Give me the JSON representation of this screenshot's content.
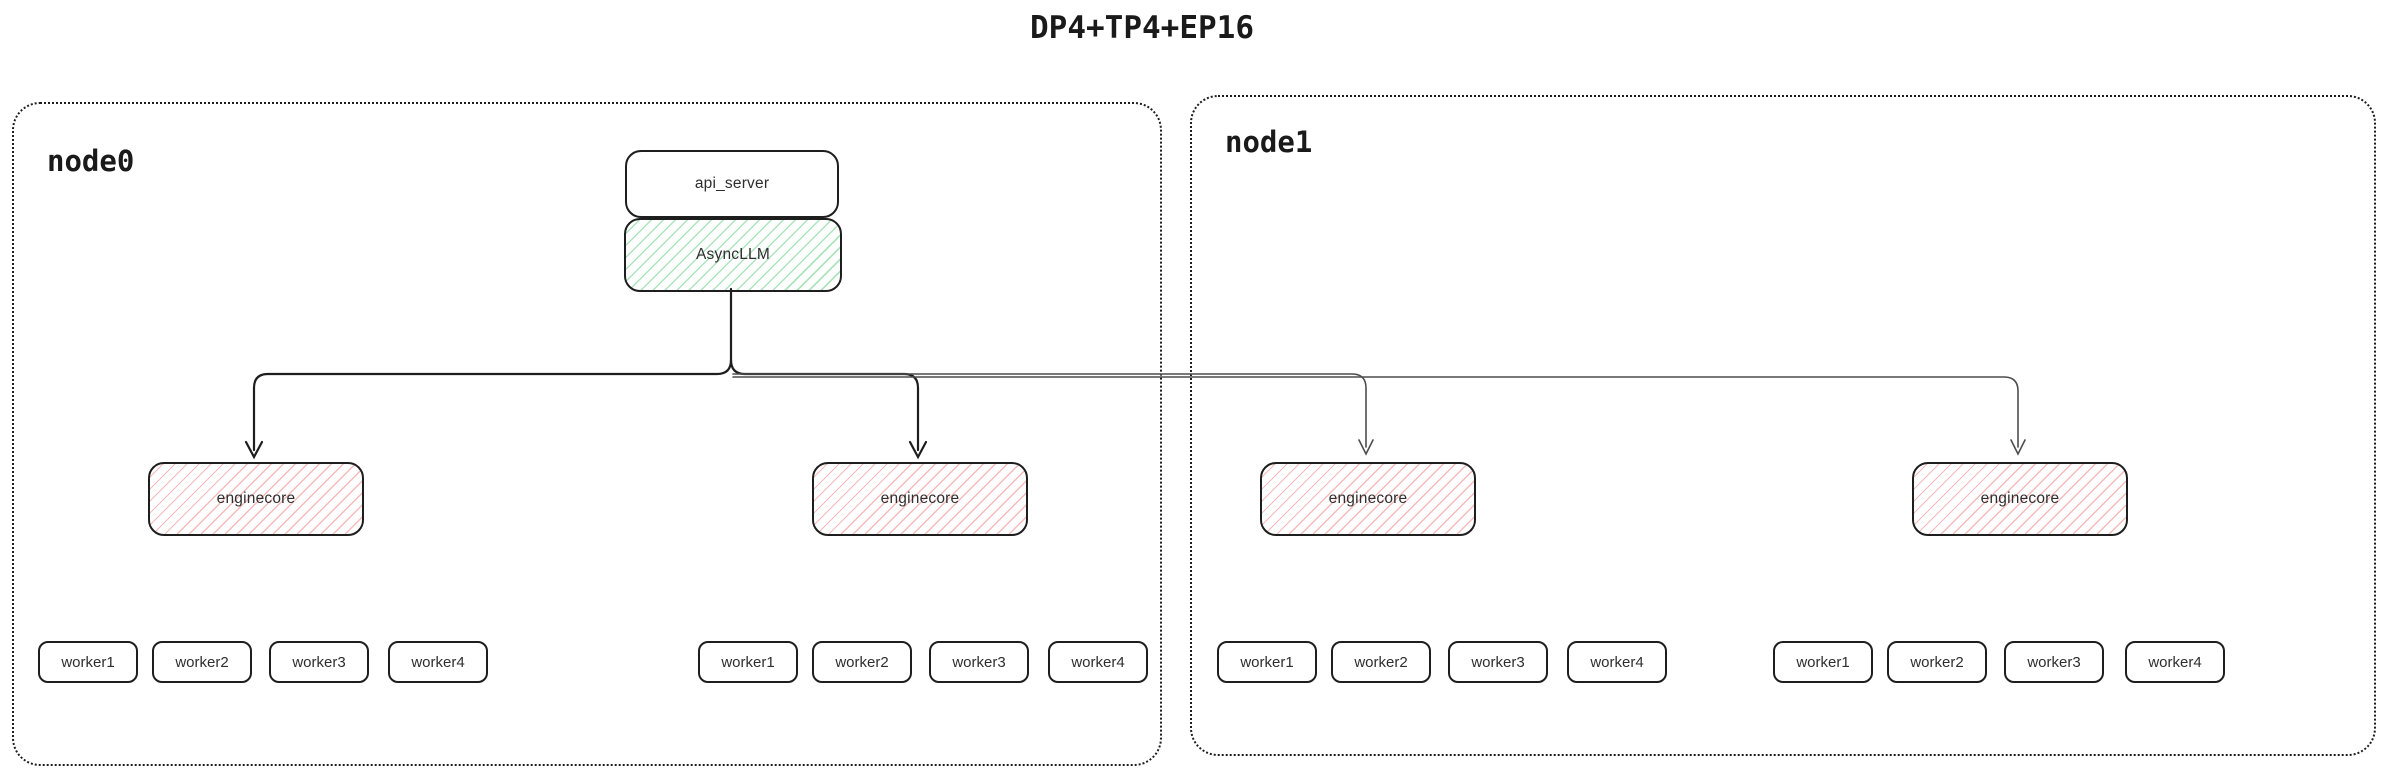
{
  "title": "DP4+TP4+EP16",
  "colors": {
    "border": "#1e1e1e",
    "green_hatch": "#aee3bd",
    "red_hatch": "#f4bcba",
    "connector_dark": "#1e1e1e",
    "connector_light": "#4d4d4d"
  },
  "pipeline": {
    "api_server": "api_server",
    "async_llm": "AsyncLLM"
  },
  "nodes": [
    {
      "label": "node0",
      "enginecores": [
        "enginecore",
        "enginecore"
      ],
      "worker_groups": [
        [
          "worker1",
          "worker2",
          "worker3",
          "worker4"
        ],
        [
          "worker1",
          "worker2",
          "worker3",
          "worker4"
        ]
      ]
    },
    {
      "label": "node1",
      "enginecores": [
        "enginecore",
        "enginecore"
      ],
      "worker_groups": [
        [
          "worker1",
          "worker2",
          "worker3",
          "worker4"
        ],
        [
          "worker1",
          "worker2",
          "worker3",
          "worker4"
        ]
      ]
    }
  ]
}
